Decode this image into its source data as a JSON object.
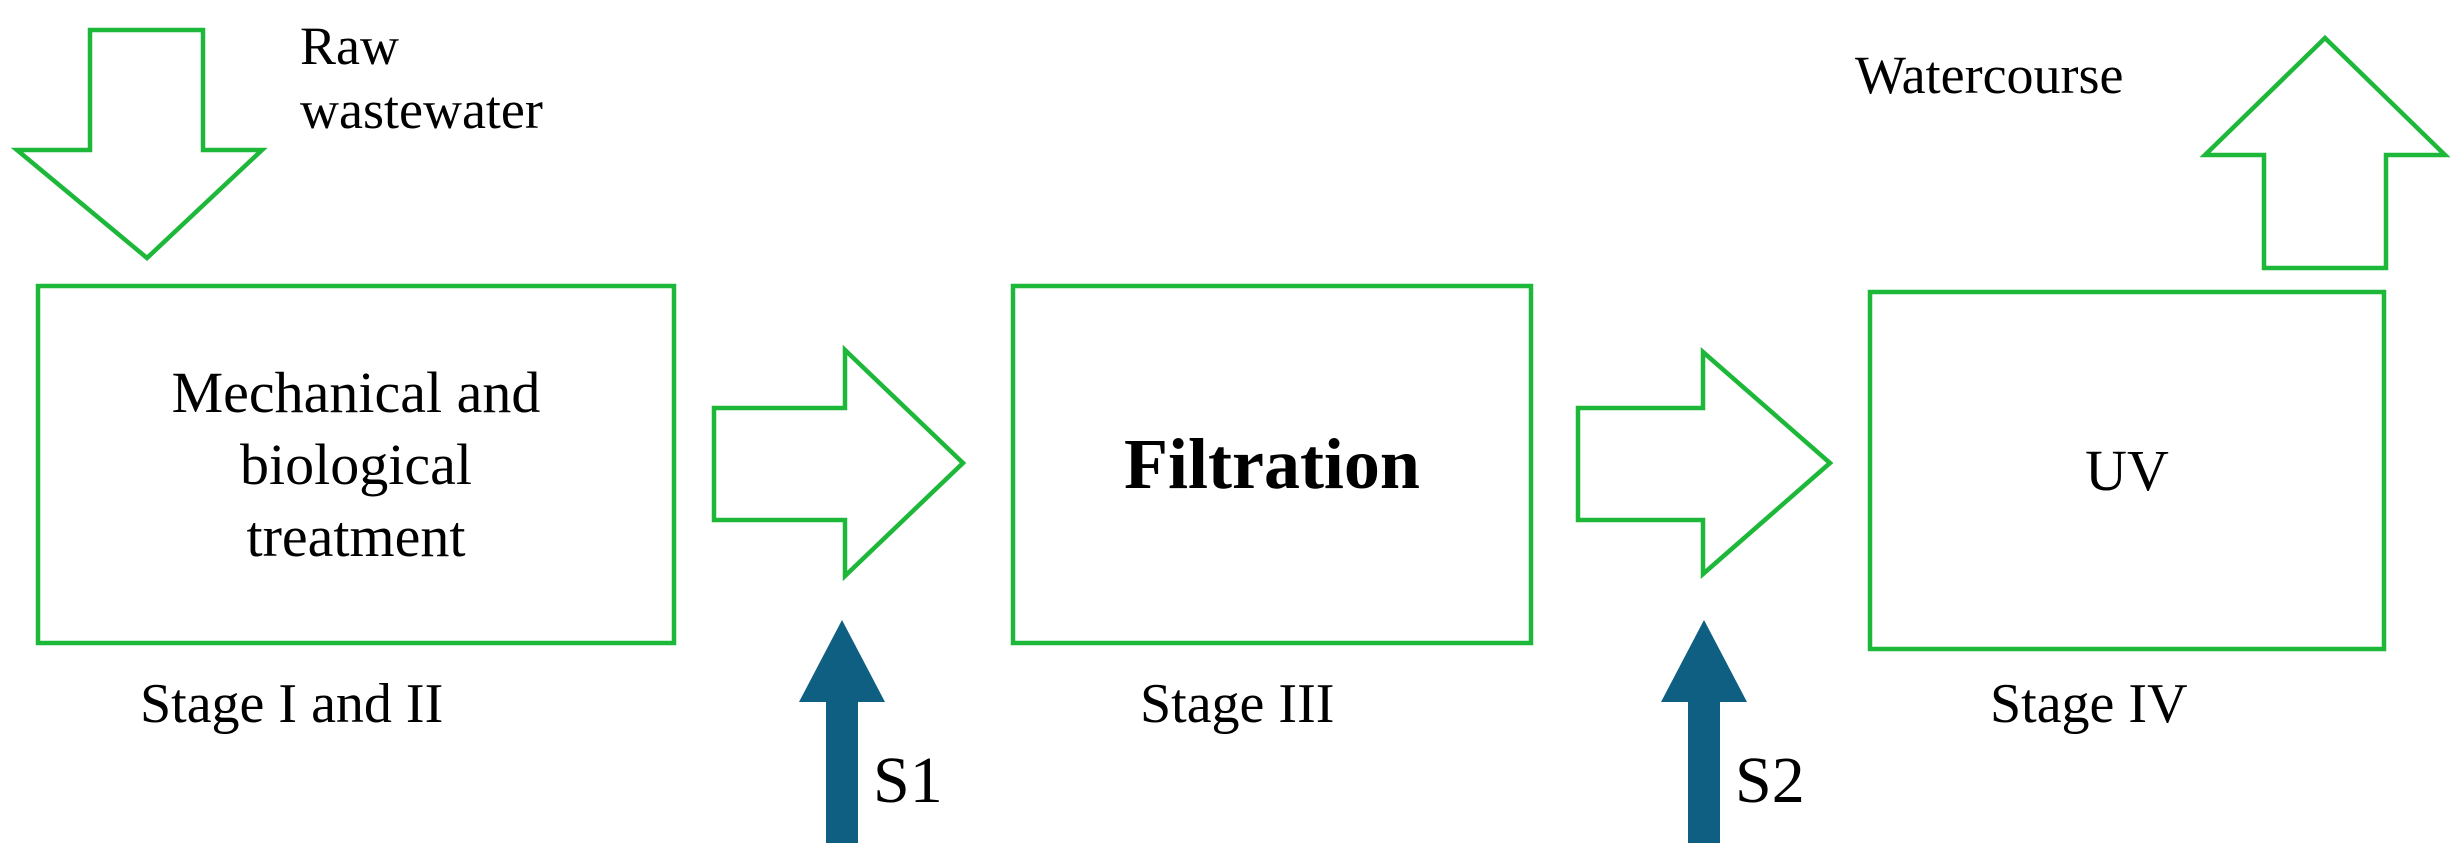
{
  "diagram": {
    "input_label_line1": "Raw",
    "input_label_line2": "wastewater",
    "output_label": "Watercourse",
    "stages": [
      {
        "box_text_lines": [
          "Mechanical and",
          "biological",
          "treatment"
        ],
        "caption": "Stage I and II"
      },
      {
        "box_text_lines": [
          "Filtration"
        ],
        "caption": "Stage III"
      },
      {
        "box_text_lines": [
          "UV"
        ],
        "caption": "Stage IV"
      }
    ],
    "sampling_points": [
      {
        "label": "S1"
      },
      {
        "label": "S2"
      }
    ],
    "colors": {
      "box_outline": "#1db83a",
      "sampling_arrow": "#0e5f82"
    }
  }
}
